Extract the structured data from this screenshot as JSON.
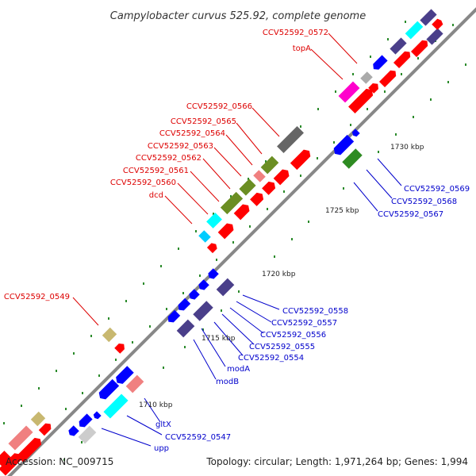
{
  "title": "Campylobacter curvus 525.92, complete genome",
  "accession": "Accession: NC_009715",
  "summary": "Topology: circular; Length: 1,971,264 bp; Genes: 1,994",
  "scale_labels": [
    "1710 kbp",
    "1715 kbp",
    "1720 kbp",
    "1725 kbp",
    "1730 kbp"
  ],
  "labels_red": [
    "CCV52592_0572",
    "topA",
    "CCV52592_0566",
    "CCV52592_0565",
    "CCV52592_0564",
    "CCV52592_0563",
    "CCV52592_0562",
    "CCV52592_0561",
    "CCV52592_0560",
    "dcd",
    "CCV52592_0549"
  ],
  "labels_blue": [
    "CCV52592_0569",
    "CCV52592_0568",
    "CCV52592_0567",
    "CCV52592_0558",
    "CCV52592_0557",
    "CCV52592_0556",
    "CCV52592_0555",
    "CCV52592_0554",
    "modA",
    "modB",
    "gltX",
    "CCV52592_0547",
    "upp"
  ],
  "colors": {
    "backbone": "#888888",
    "cds": "#ff0000",
    "cds_dark": "#0000ff",
    "navy": "#4a3f8a",
    "olive": "#6b8e23",
    "cyan": "#00ffff",
    "pink": "#f08080",
    "magenta": "#ff00cc",
    "khaki": "#c8b870",
    "gray": "#aaaaaa",
    "green": "#2e8b22",
    "tick": "#2a8a2a",
    "label_red": "#dd0000",
    "label_blue": "#0000cc"
  }
}
